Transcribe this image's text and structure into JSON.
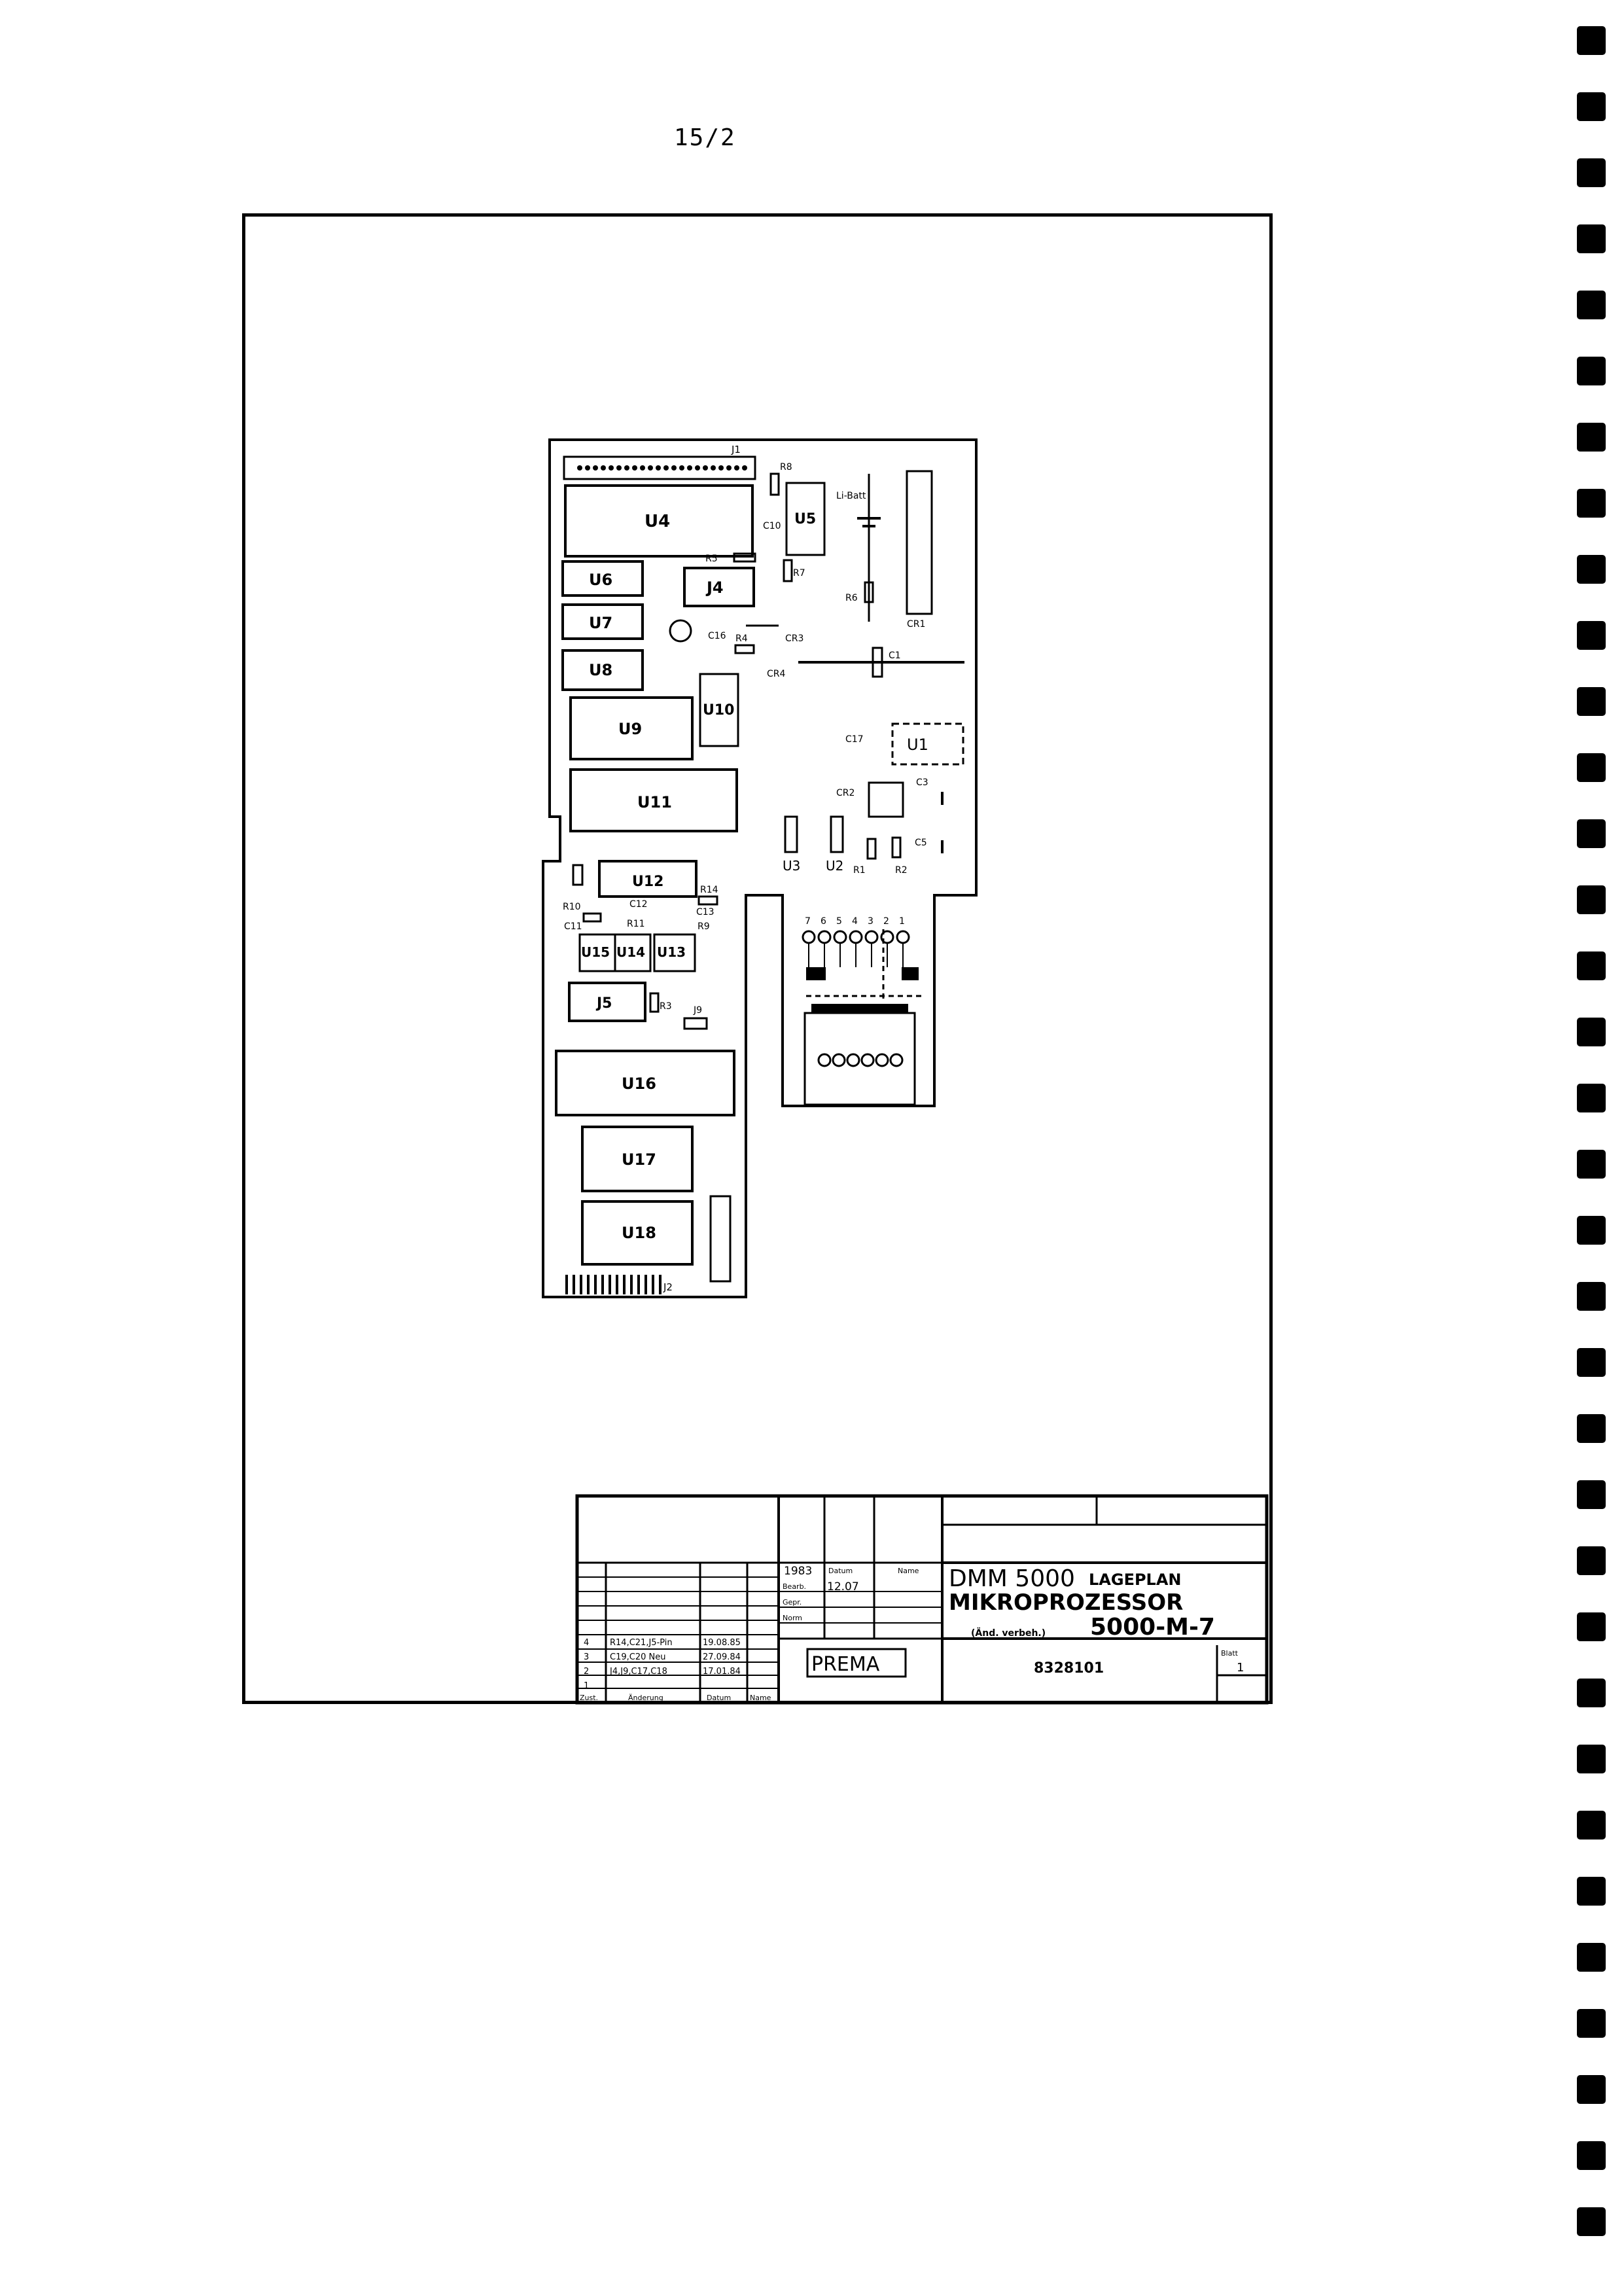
{
  "page": {
    "number": "15/2"
  },
  "board": {
    "components": {
      "J1": "J1",
      "J2": "J2",
      "J4": "J4",
      "J5": "J5",
      "J9": "J9",
      "U1": "U1",
      "U2": "U2",
      "U3": "U3",
      "U4": "U4",
      "U5": "U5",
      "U6": "U6",
      "U7": "U7",
      "U8": "U8",
      "U9": "U9",
      "U10": "U10",
      "U11": "U11",
      "U12": "U12",
      "U13": "U13",
      "U14": "U14",
      "U15": "U15",
      "U16": "U16",
      "U17": "U17",
      "U18": "U18",
      "R1": "R1",
      "R2": "R2",
      "R3": "R3",
      "R4": "R4",
      "R5": "R5",
      "R6": "R6",
      "R7": "R7",
      "R8": "R8",
      "R9": "R9",
      "R10": "R10",
      "R11": "R11",
      "R14": "R14",
      "C1": "C1",
      "C3": "C3",
      "C5": "C5",
      "C10": "C10",
      "C11": "C11",
      "C12": "C12",
      "C13": "C13",
      "C16": "C16",
      "C17": "C17",
      "CR1": "CR1",
      "CR2": "CR2",
      "CR3": "CR3",
      "CR4": "CR4",
      "battery": "Li-Batt"
    },
    "connector_pins": [
      "7",
      "6",
      "5",
      "4",
      "3",
      "2",
      "1"
    ]
  },
  "title_block": {
    "year": "1983",
    "date_header": "Datum",
    "name_header": "Name",
    "bearb_label": "Bearb.",
    "gepr_label": "Gepr.",
    "norm_label": "Norm",
    "bearb_date": "12.07",
    "title_line1": "DMM 5000",
    "title_line1_sub": "LAGEPLAN",
    "title_line2": "MIKROPROZESSOR",
    "aend_label": "(Änd. verbeh.)",
    "drawing_number": "5000-M-7",
    "company": "PREMA",
    "part_number": "8328101",
    "sheet_label": "Blatt",
    "sheet": "1",
    "revisions": [
      {
        "no": "4",
        "text": "R14,C21,J5-Pin",
        "date": "19.08.85"
      },
      {
        "no": "3",
        "text": "C19,C20 Neu",
        "date": "27.09.84"
      },
      {
        "no": "2",
        "text": "J4,J9,C17,C18",
        "date": "17.01.84"
      },
      {
        "no": "1",
        "text": "",
        "date": ""
      }
    ],
    "rev_headers": {
      "zust": "Zust.",
      "aenderung": "Änderung",
      "datum": "Datum",
      "name": "Name"
    }
  }
}
